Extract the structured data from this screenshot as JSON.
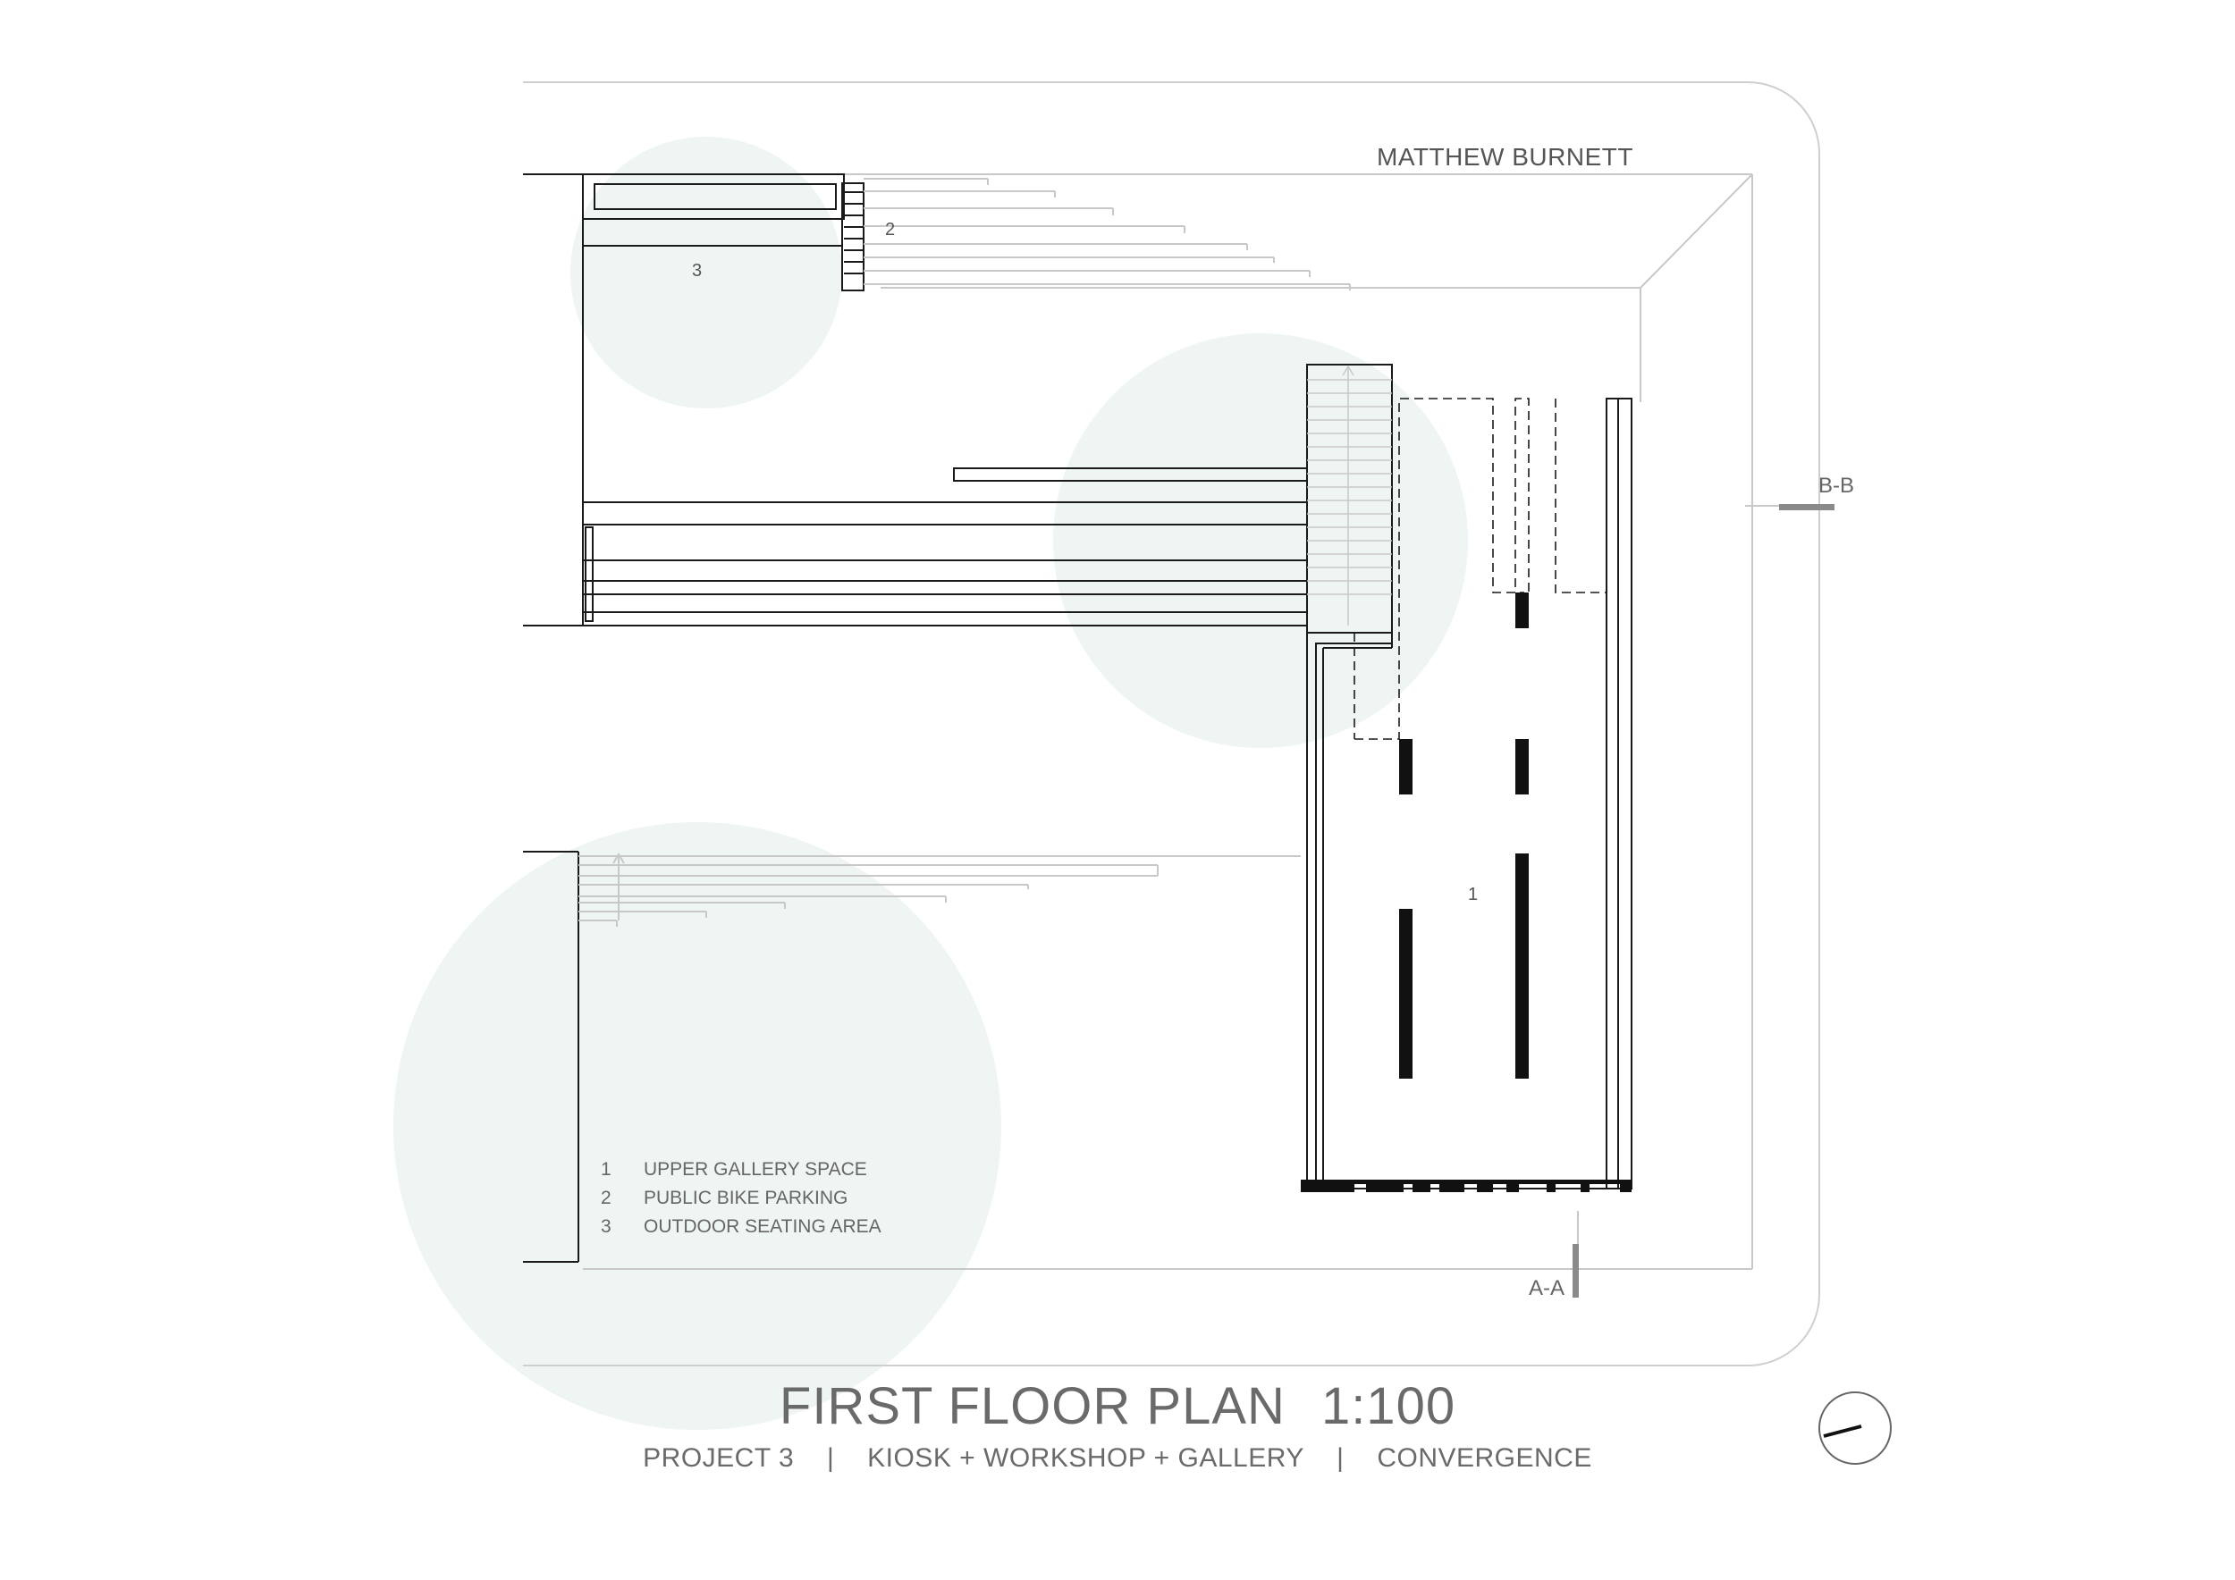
{
  "sheet": {
    "author": "MATTHEW BURNETT",
    "title": "FIRST FLOOR PLAN",
    "scale": "1:100",
    "subtitle": {
      "project": "PROJECT 3",
      "program": "KIOSK + WORKSHOP + GALLERY",
      "theme": "CONVERGENCE",
      "separator": "|"
    }
  },
  "legend": {
    "items": [
      {
        "number": "1",
        "label": "UPPER GALLERY SPACE"
      },
      {
        "number": "2",
        "label": "PUBLIC BIKE PARKING"
      },
      {
        "number": "3",
        "label": "OUTDOOR SEATING AREA"
      }
    ]
  },
  "room_tags": {
    "gallery": "1",
    "bike": "2",
    "seating": "3"
  },
  "section_markers": {
    "bb": "B-B",
    "aa": "A-A"
  },
  "colors": {
    "line": "#1a1a1a",
    "faint": "#c8c8c8",
    "tree": "#eef5f2",
    "text": "#555555"
  }
}
